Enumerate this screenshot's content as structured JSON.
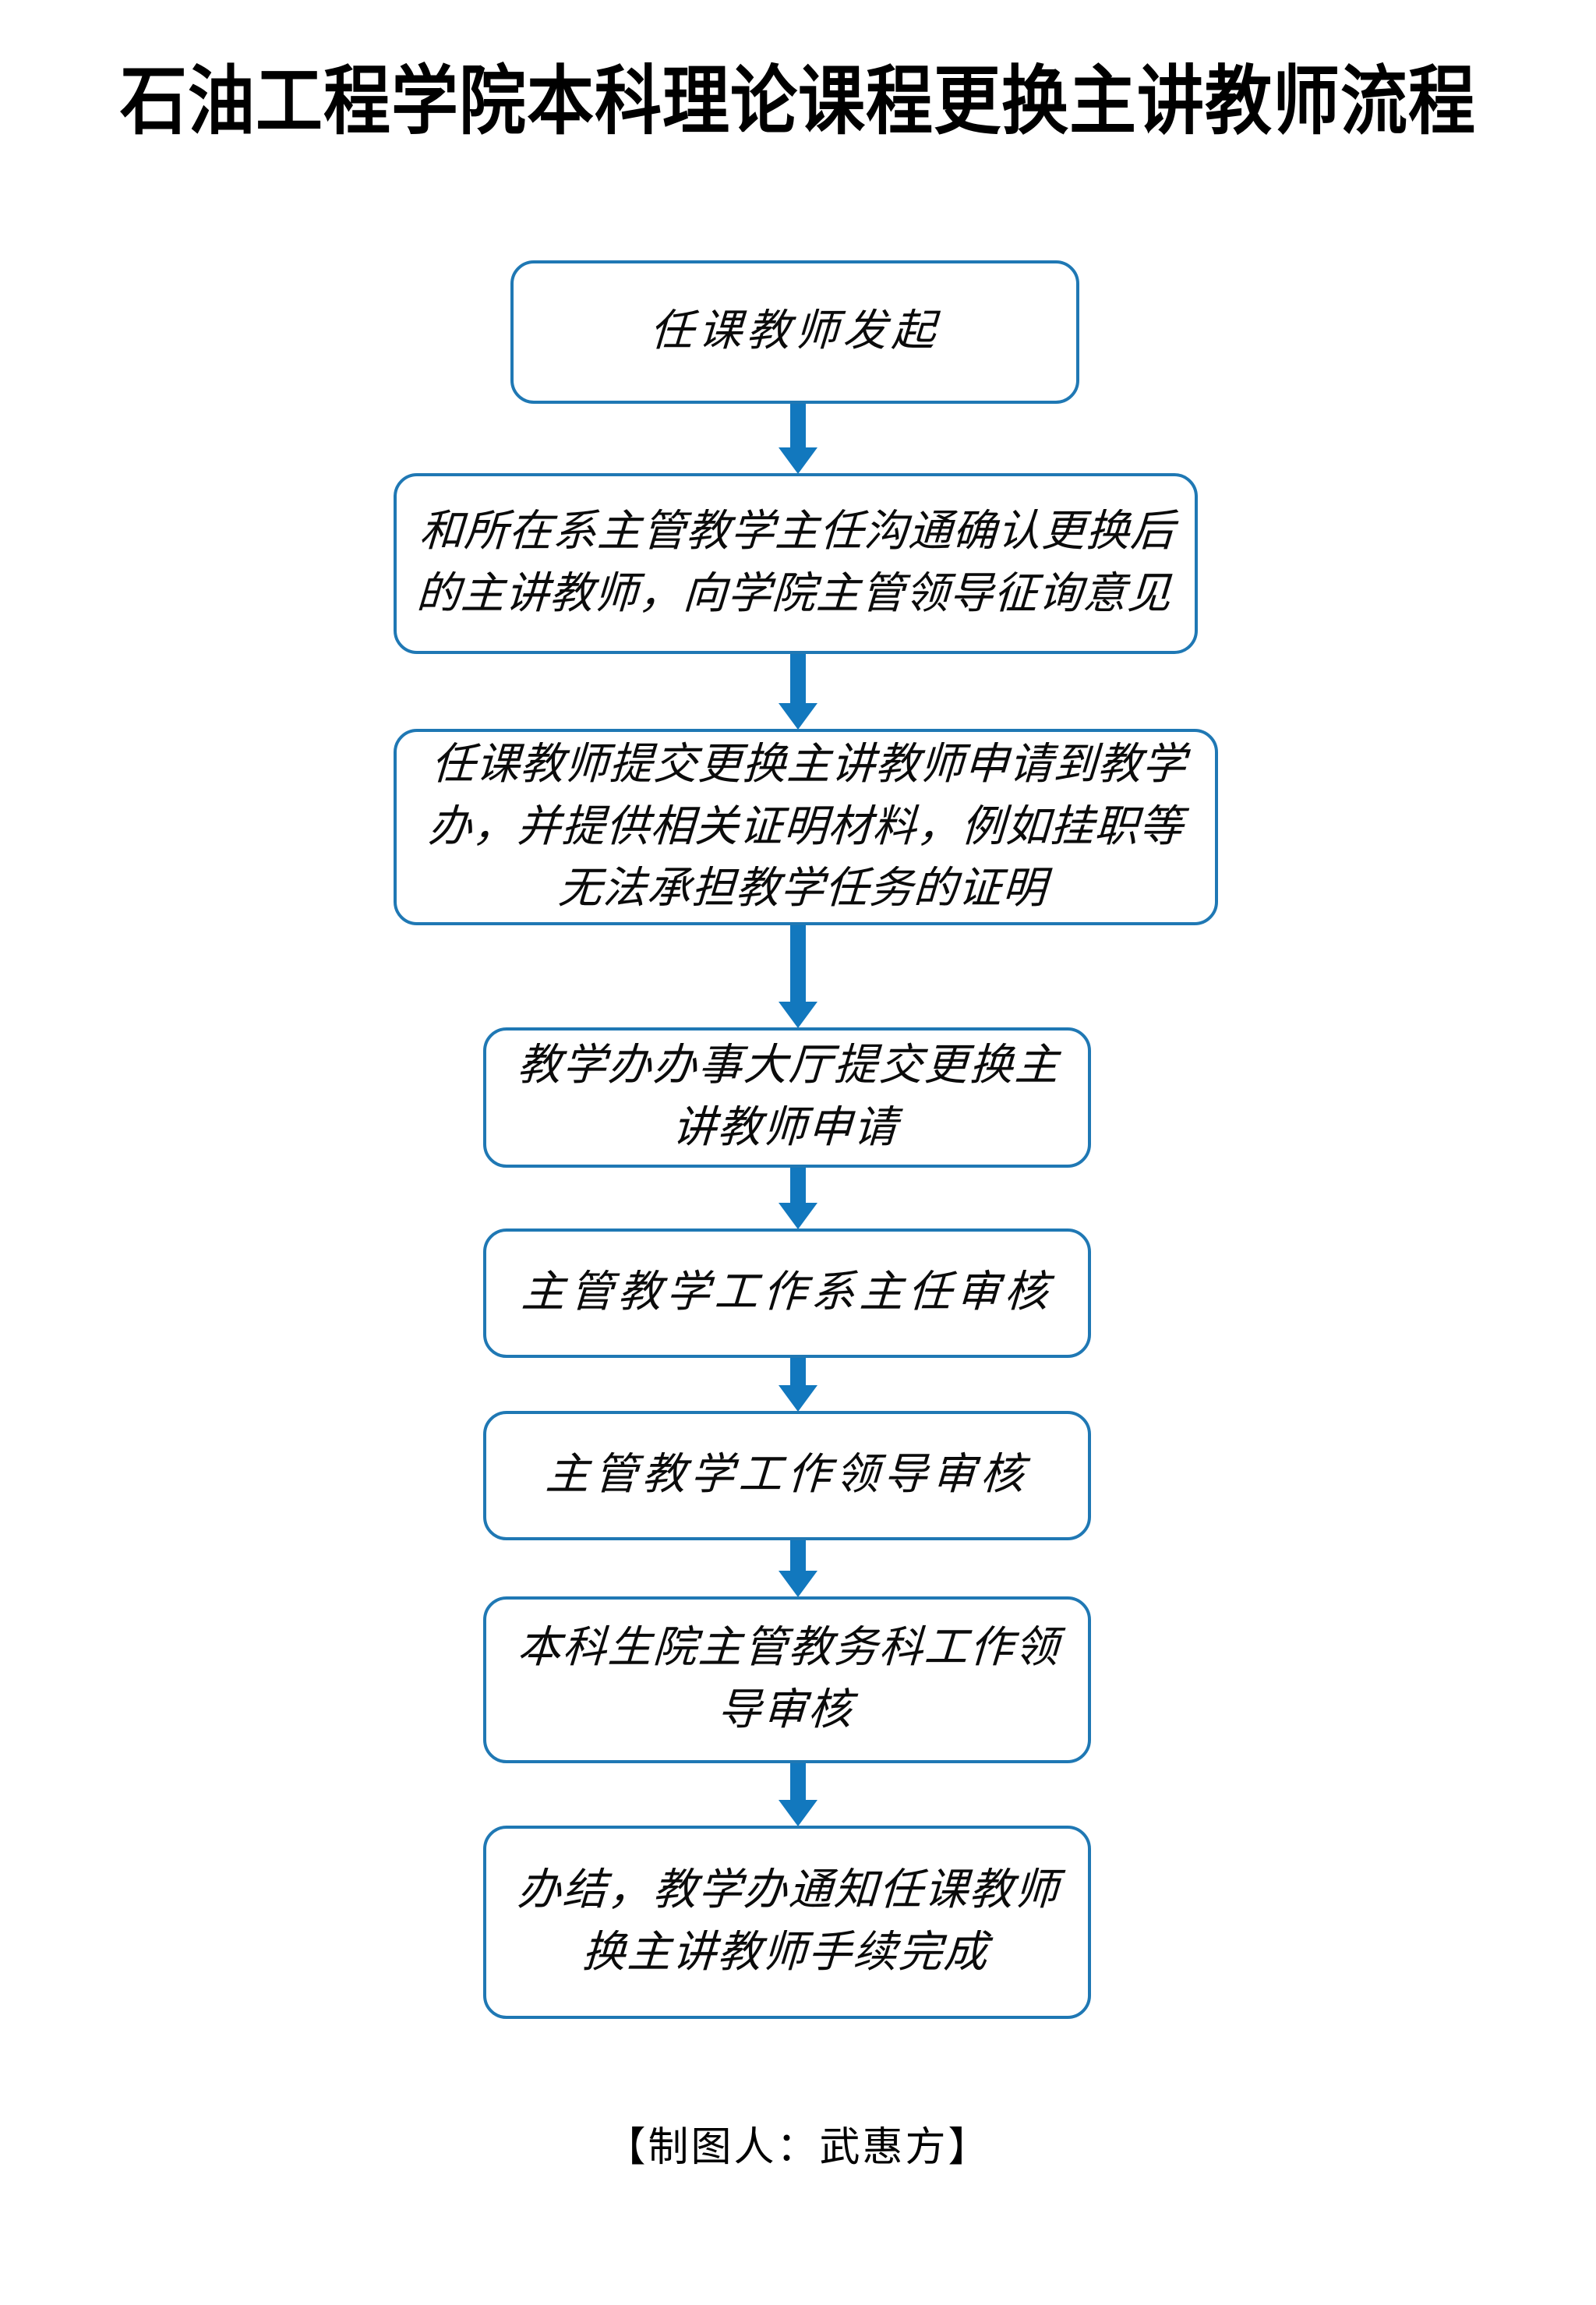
{
  "document": {
    "title": "石油工程学院本科理论课程更换主讲教师流程",
    "footer": "【制图人：武惠方】",
    "background_color": "#FFFFFF",
    "accent_color": "#1F78B4",
    "arrow_color": "#1278BE",
    "text_color": "#000000"
  },
  "chart_data": {
    "type": "flowchart",
    "title": "石油工程学院本科理论课程更换主讲教师流程",
    "orientation": "top-to-bottom",
    "node_shape": "rounded-rectangle",
    "node_border_color": "#1F78B4",
    "connector_type": "block-arrow-down",
    "connector_color": "#1278BE",
    "nodes": [
      {
        "id": "step-1",
        "order": 1,
        "label": "任课教师发起"
      },
      {
        "id": "step-2",
        "order": 2,
        "label": "和所在系主管教学主任沟通确认更换后的主讲教师，向学院主管领导征询意见"
      },
      {
        "id": "step-3",
        "order": 3,
        "label": "任课教师提交更换主讲教师申请到教学办，并提供相关证明材料，例如挂职等无法承担教学任务的证明"
      },
      {
        "id": "step-4",
        "order": 4,
        "label": "教学办办事大厅提交更换主讲教师申请"
      },
      {
        "id": "step-5",
        "order": 5,
        "label": "主管教学工作系主任审核"
      },
      {
        "id": "step-6",
        "order": 6,
        "label": "主管教学工作领导审核"
      },
      {
        "id": "step-7",
        "order": 7,
        "label": "本科生院主管教务科工作领导审核"
      },
      {
        "id": "step-8",
        "order": 8,
        "label": "办结，教学办通知任课教师换主讲教师手续完成"
      }
    ],
    "edges": [
      {
        "from": "step-1",
        "to": "step-2",
        "label": ""
      },
      {
        "from": "step-2",
        "to": "step-3",
        "label": ""
      },
      {
        "from": "step-3",
        "to": "step-4",
        "label": ""
      },
      {
        "from": "step-4",
        "to": "step-5",
        "label": ""
      },
      {
        "from": "step-5",
        "to": "step-6",
        "label": ""
      },
      {
        "from": "step-6",
        "to": "step-7",
        "label": ""
      },
      {
        "from": "step-7",
        "to": "step-8",
        "label": ""
      }
    ]
  }
}
